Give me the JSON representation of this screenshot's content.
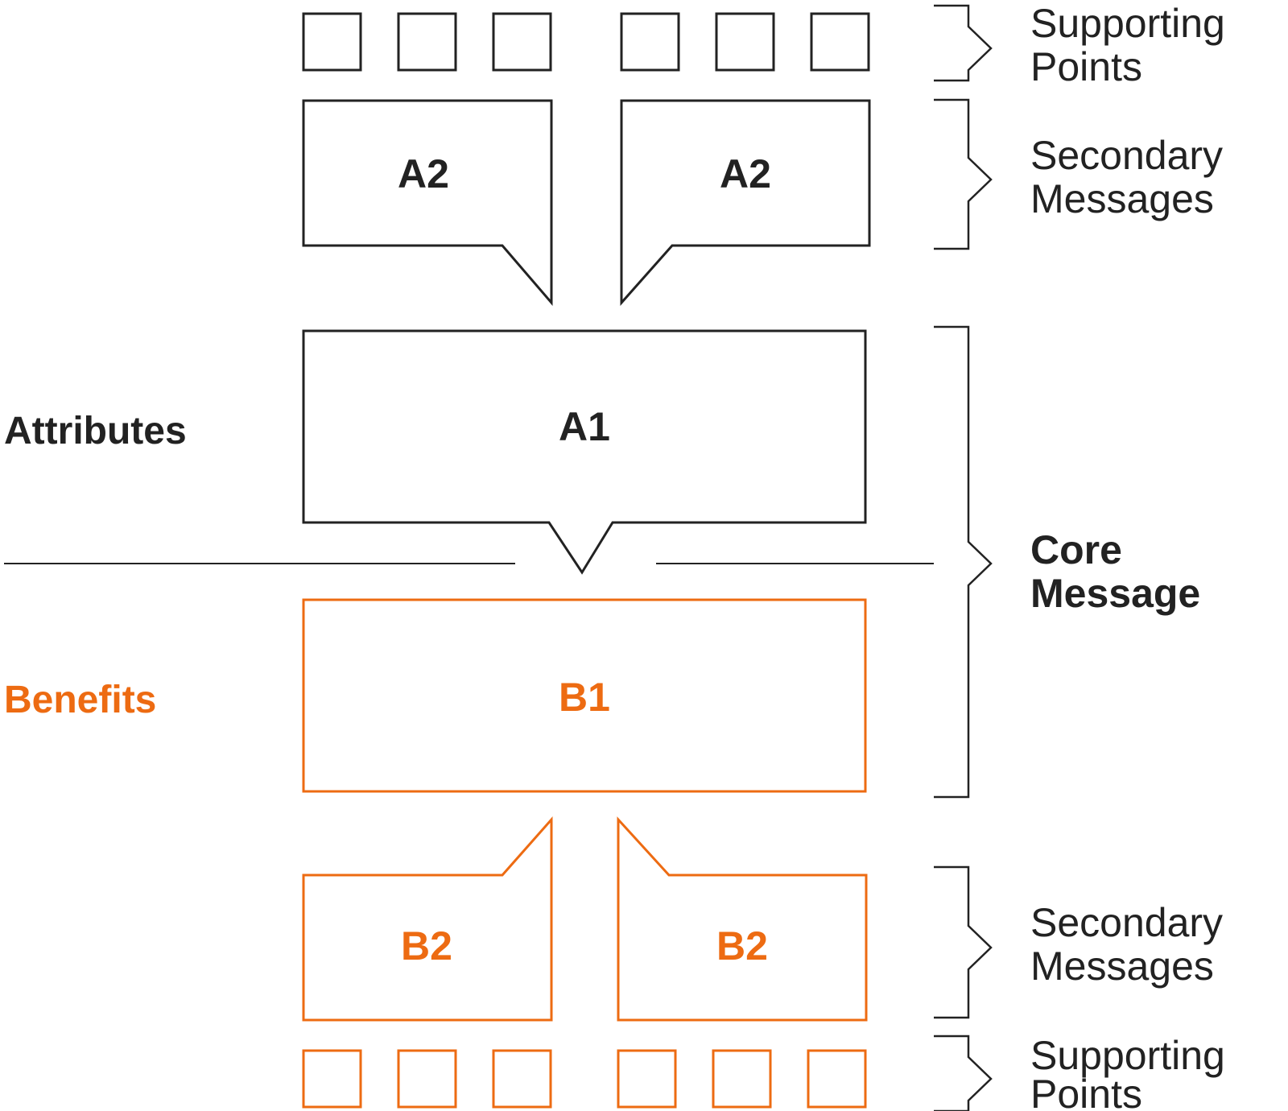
{
  "colors": {
    "attributes": "#222222",
    "benefits": "#ed6b12",
    "bracket": "#222222",
    "divider": "#222222"
  },
  "left_labels": {
    "attributes": "Attributes",
    "benefits": "Benefits"
  },
  "boxes": {
    "a2_left": "A2",
    "a2_right": "A2",
    "a1": "A1",
    "b1": "B1",
    "b2_left": "B2",
    "b2_right": "B2"
  },
  "right_labels": {
    "top_supporting": [
      "Supporting",
      "Points"
    ],
    "top_secondary": [
      "Secondary",
      "Messages"
    ],
    "core": [
      "Core",
      "Message"
    ],
    "bottom_secondary": [
      "Secondary",
      "Messages"
    ],
    "bottom_supporting": [
      "Supporting",
      "Points"
    ]
  }
}
